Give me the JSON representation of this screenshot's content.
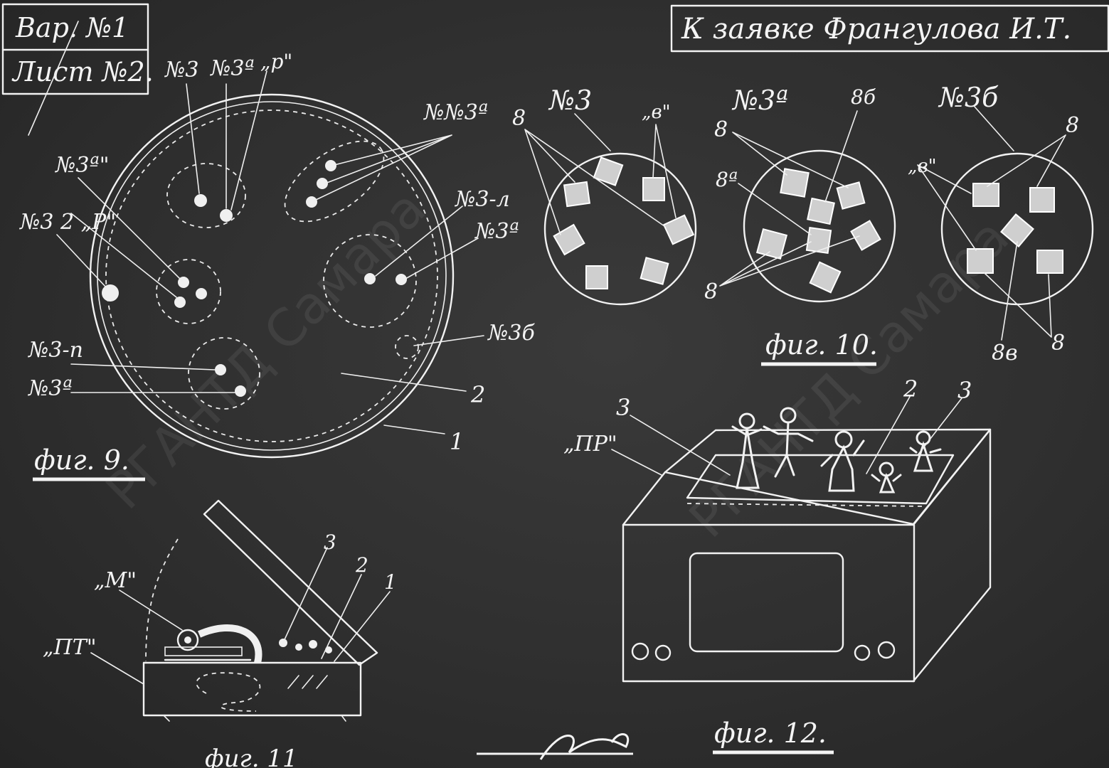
{
  "header": {
    "variant": "Вар. №1",
    "sheet": "Лист №2.",
    "application": "К заявке Франгулова И.Т."
  },
  "watermark": "РГАНТД Самара",
  "fig9": {
    "caption": "фиг. 9.",
    "labels": {
      "n3": "№3",
      "n3a_top": "№3ª",
      "p_top": "„р\"",
      "nn3a": "№№3ª",
      "n3a_left": "№3ª\"",
      "n32p": "№3 2 „Р\"",
      "n3l": "№3-л",
      "n3a_right": "№3ª",
      "n3b": "№3б",
      "n3p": "№3-п",
      "n3a_bottom": "№3ª",
      "two": "2",
      "one": "1"
    }
  },
  "fig10": {
    "caption": "фиг. 10.",
    "c1": {
      "title": "№3",
      "eight": "8",
      "v": "„в\""
    },
    "c2": {
      "title": "№3ª",
      "eight_b": "8б",
      "eight": "8",
      "eight_a": "8ª",
      "eight_bottom": "8"
    },
    "c3": {
      "title": "№3б",
      "eight": "8",
      "v": "„в\"",
      "eight_v": "8в",
      "eight_bottom": "8"
    }
  },
  "fig11": {
    "caption": "фиг. 11",
    "m": "„М\"",
    "pt": "„ПТ\"",
    "three": "3",
    "two": "2",
    "one": "1"
  },
  "fig12": {
    "caption": "фиг. 12.",
    "three_left": "3",
    "pr": "„ПР\"",
    "two": "2",
    "three_right": "3"
  }
}
